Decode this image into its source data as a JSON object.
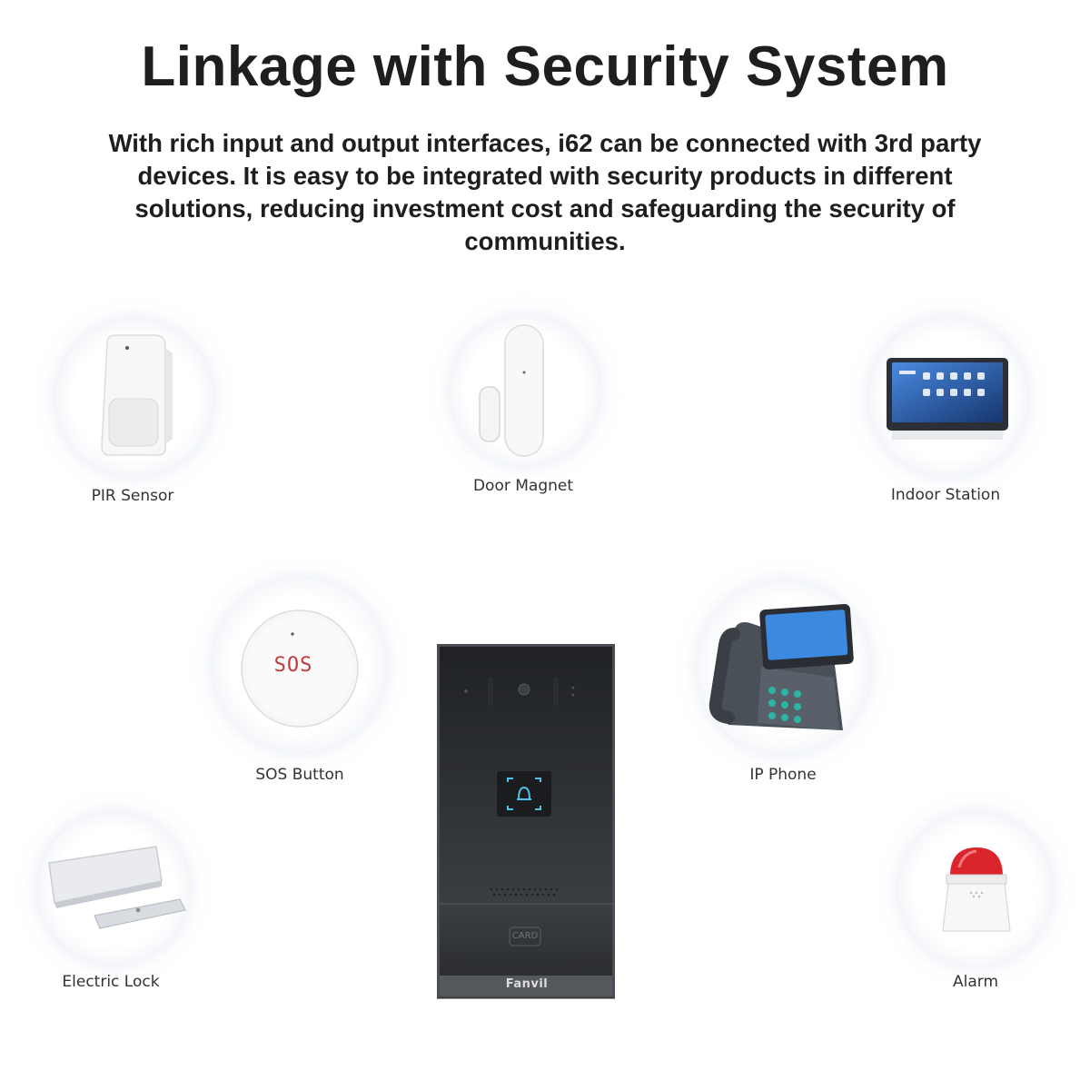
{
  "header": {
    "title": "Linkage with Security System",
    "subtitle": "With rich input and output interfaces, i62 can be connected with 3rd party devices. It is easy to be integrated with security products in different solutions, reducing investment cost and safeguarding the security of communities."
  },
  "devices": {
    "pir_sensor": "PIR Sensor",
    "door_magnet": "Door Magnet",
    "indoor_station": "Indoor Station",
    "sos_button": "SOS Button",
    "sos_text": "SOS",
    "ip_phone": "IP Phone",
    "electric_lock": "Electric Lock",
    "alarm": "Alarm"
  },
  "center_device": {
    "card_text": "CARD",
    "brand": "Fanvil"
  }
}
